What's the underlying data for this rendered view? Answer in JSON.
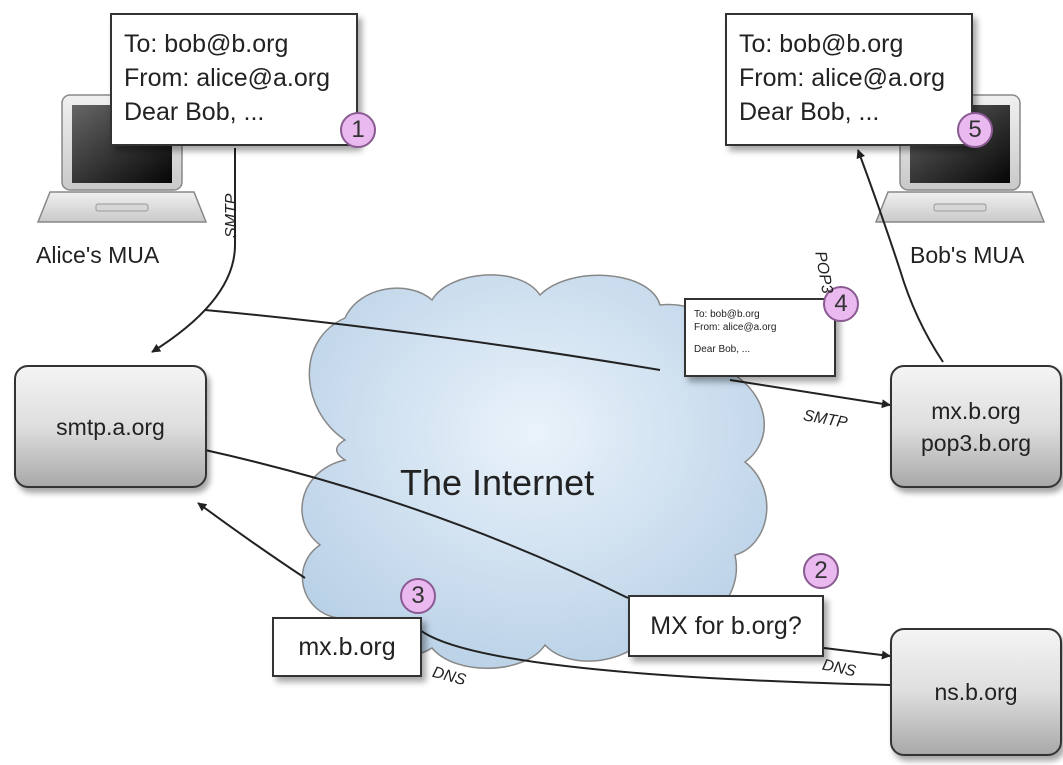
{
  "cloud_label": "The Internet",
  "alice_label": "Alice's MUA",
  "bob_label": "Bob's MUA",
  "message": {
    "to": "To: bob@b.org",
    "from": "From: alice@a.org",
    "body": "Dear Bob, ..."
  },
  "servers": {
    "smtp_a": "smtp.a.org",
    "mx_b": {
      "line1": "mx.b.org",
      "line2": "pop3.b.org"
    },
    "ns_b": "ns.b.org"
  },
  "query_box": "MX for b.org?",
  "answer_box": "mx.b.org",
  "protocols": {
    "smtp1": "SMTP",
    "smtp2": "SMTP",
    "pop3": "POP3",
    "dns_query": "DNS",
    "dns_answer": "DNS"
  },
  "steps": [
    "1",
    "2",
    "3",
    "4",
    "5"
  ]
}
